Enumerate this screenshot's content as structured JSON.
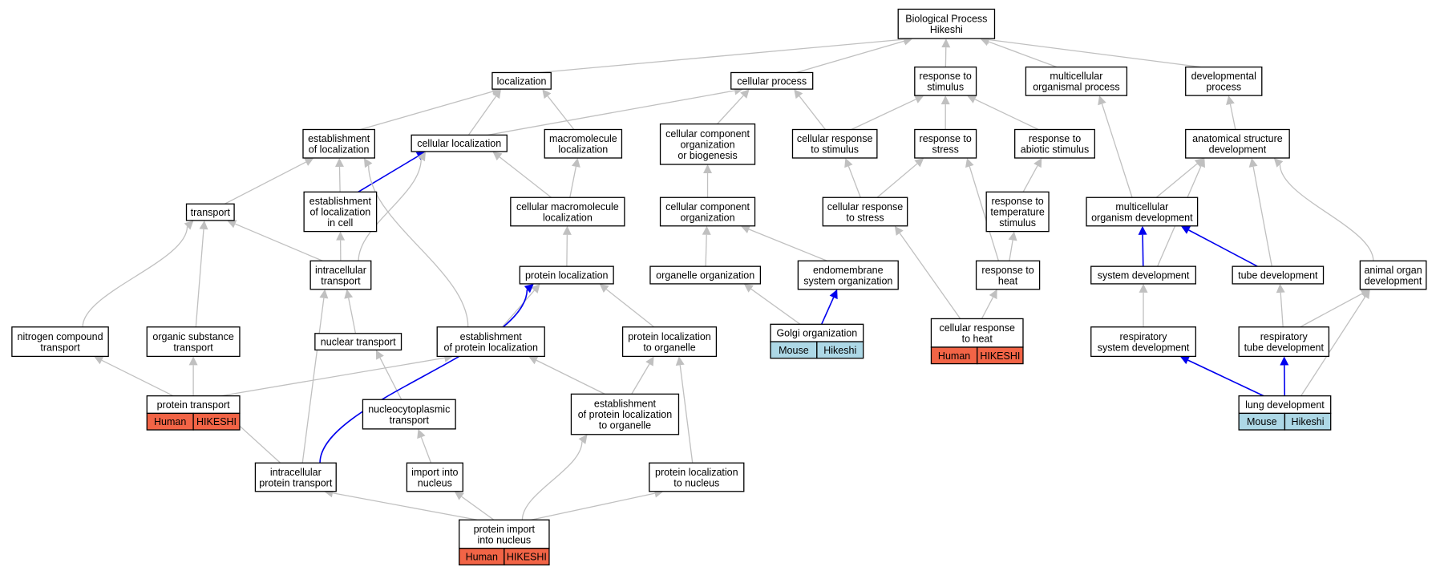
{
  "colors": {
    "gray_edge": "#c0c0c0",
    "blue_edge": "#0000ee",
    "human_badge": "#f26446",
    "mouse_badge": "#add8e6"
  },
  "nodes": {
    "root": [
      "Biological Process",
      "Hikeshi"
    ],
    "localization": [
      "localization"
    ],
    "cellular_process": [
      "cellular process"
    ],
    "response_to_stimulus": [
      "response to",
      "stimulus"
    ],
    "multicellular_organismal_process": [
      "multicellular",
      "organismal process"
    ],
    "developmental_process": [
      "developmental",
      "process"
    ],
    "establishment_of_localization": [
      "establishment",
      "of localization"
    ],
    "cellular_localization": [
      "cellular localization"
    ],
    "macromolecule_localization": [
      "macromolecule",
      "localization"
    ],
    "ccob": [
      "cellular component",
      "organization",
      "or biogenesis"
    ],
    "cellular_response_to_stimulus": [
      "cellular response",
      "to stimulus"
    ],
    "response_to_stress": [
      "response to",
      "stress"
    ],
    "response_to_abiotic_stimulus": [
      "response to",
      "abiotic stimulus"
    ],
    "anatomical_structure_development": [
      "anatomical structure",
      "development"
    ],
    "transport": [
      "transport"
    ],
    "eolic": [
      "establishment",
      "of localization",
      "in cell"
    ],
    "cellular_macromolecule_localization": [
      "cellular macromolecule",
      "localization"
    ],
    "cellular_component_organization": [
      "cellular component",
      "organization"
    ],
    "cellular_response_to_stress": [
      "cellular response",
      "to stress"
    ],
    "response_to_temperature_stimulus": [
      "response to",
      "temperature",
      "stimulus"
    ],
    "multicellular_organism_development": [
      "multicellular",
      "organism development"
    ],
    "intracellular_transport": [
      "intracellular",
      "transport"
    ],
    "protein_localization": [
      "protein localization"
    ],
    "organelle_organization": [
      "organelle organization"
    ],
    "endomembrane_system_organization": [
      "endomembrane",
      "system organization"
    ],
    "response_to_heat": [
      "response to",
      "heat"
    ],
    "system_development": [
      "system development"
    ],
    "tube_development": [
      "tube development"
    ],
    "animal_organ_development": [
      "animal organ",
      "development"
    ],
    "nitrogen_compound_transport": [
      "nitrogen compound",
      "transport"
    ],
    "organic_substance_transport": [
      "organic substance",
      "transport"
    ],
    "nuclear_transport": [
      "nuclear transport"
    ],
    "establishment_of_protein_localization": [
      "establishment",
      "of protein localization"
    ],
    "protein_localization_to_organelle": [
      "protein localization",
      "to organelle"
    ],
    "golgi_organization": [
      "Golgi organization"
    ],
    "cellular_response_to_heat": [
      "cellular response",
      "to heat"
    ],
    "respiratory_system_development": [
      "respiratory",
      "system development"
    ],
    "respiratory_tube_development": [
      "respiratory",
      "tube development"
    ],
    "protein_transport": [
      "protein transport"
    ],
    "nucleocytoplasmic_transport": [
      "nucleocytoplasmic",
      "transport"
    ],
    "eplo": [
      "establishment",
      "of protein localization",
      "to organelle"
    ],
    "lung_development": [
      "lung development"
    ],
    "intracellular_protein_transport": [
      "intracellular",
      "protein transport"
    ],
    "import_into_nucleus": [
      "import into",
      "nucleus"
    ],
    "protein_localization_to_nucleus": [
      "protein localization",
      "to nucleus"
    ],
    "protein_import_into_nucleus": [
      "protein import",
      "into nucleus"
    ]
  },
  "annotations": {
    "golgi_organization": [
      "Mouse",
      "Hikeshi"
    ],
    "cellular_response_to_heat": [
      "Human",
      "HIKESHI"
    ],
    "protein_transport": [
      "Human",
      "HIKESHI"
    ],
    "lung_development": [
      "Mouse",
      "Hikeshi"
    ],
    "protein_import_into_nucleus": [
      "Human",
      "HIKESHI"
    ]
  },
  "edges": [
    [
      "localization",
      "root",
      "gray"
    ],
    [
      "cellular_process",
      "root",
      "gray"
    ],
    [
      "response_to_stimulus",
      "root",
      "gray"
    ],
    [
      "multicellular_organismal_process",
      "root",
      "gray"
    ],
    [
      "developmental_process",
      "root",
      "gray"
    ],
    [
      "establishment_of_localization",
      "localization",
      "gray"
    ],
    [
      "cellular_localization",
      "localization",
      "gray"
    ],
    [
      "macromolecule_localization",
      "localization",
      "gray"
    ],
    [
      "cellular_localization",
      "cellular_process",
      "gray"
    ],
    [
      "ccob",
      "cellular_process",
      "gray"
    ],
    [
      "cellular_response_to_stimulus",
      "cellular_process",
      "gray"
    ],
    [
      "cellular_response_to_stimulus",
      "response_to_stimulus",
      "gray"
    ],
    [
      "response_to_stress",
      "response_to_stimulus",
      "gray"
    ],
    [
      "response_to_abiotic_stimulus",
      "response_to_stimulus",
      "gray"
    ],
    [
      "anatomical_structure_development",
      "developmental_process",
      "gray"
    ],
    [
      "transport",
      "establishment_of_localization",
      "gray"
    ],
    [
      "eolic",
      "establishment_of_localization",
      "gray"
    ],
    [
      "eolic",
      "cellular_localization",
      "blue"
    ],
    [
      "cellular_macromolecule_localization",
      "cellular_localization",
      "gray"
    ],
    [
      "cellular_macromolecule_localization",
      "macromolecule_localization",
      "gray"
    ],
    [
      "cellular_component_organization",
      "ccob",
      "gray"
    ],
    [
      "cellular_response_to_stress",
      "cellular_response_to_stimulus",
      "gray"
    ],
    [
      "cellular_response_to_stress",
      "response_to_stress",
      "gray"
    ],
    [
      "response_to_temperature_stimulus",
      "response_to_abiotic_stimulus",
      "gray"
    ],
    [
      "multicellular_organism_development",
      "multicellular_organismal_process",
      "gray"
    ],
    [
      "multicellular_organism_development",
      "anatomical_structure_development",
      "gray"
    ],
    [
      "intracellular_transport",
      "transport",
      "gray"
    ],
    [
      "intracellular_transport",
      "eolic",
      "gray"
    ],
    [
      "intracellular_transport",
      "cellular_localization",
      "gray"
    ],
    [
      "protein_localization",
      "cellular_macromolecule_localization",
      "gray"
    ],
    [
      "organelle_organization",
      "cellular_component_organization",
      "gray"
    ],
    [
      "endomembrane_system_organization",
      "cellular_component_organization",
      "gray"
    ],
    [
      "response_to_heat",
      "response_to_stress",
      "gray"
    ],
    [
      "response_to_heat",
      "response_to_temperature_stimulus",
      "gray"
    ],
    [
      "system_development",
      "multicellular_organism_development",
      "blue"
    ],
    [
      "tube_development",
      "multicellular_organism_development",
      "blue"
    ],
    [
      "tube_development",
      "anatomical_structure_development",
      "gray"
    ],
    [
      "system_development",
      "anatomical_structure_development",
      "gray"
    ],
    [
      "animal_organ_development",
      "anatomical_structure_development",
      "gray"
    ],
    [
      "nitrogen_compound_transport",
      "transport",
      "gray"
    ],
    [
      "organic_substance_transport",
      "transport",
      "gray"
    ],
    [
      "nuclear_transport",
      "intracellular_transport",
      "gray"
    ],
    [
      "establishment_of_protein_localization",
      "protein_localization",
      "gray"
    ],
    [
      "establishment_of_protein_localization",
      "establishment_of_localization",
      "gray"
    ],
    [
      "protein_localization_to_organelle",
      "protein_localization",
      "gray"
    ],
    [
      "golgi_organization",
      "organelle_organization",
      "gray"
    ],
    [
      "golgi_organization",
      "endomembrane_system_organization",
      "blue"
    ],
    [
      "cellular_response_to_heat",
      "cellular_response_to_stress",
      "gray"
    ],
    [
      "cellular_response_to_heat",
      "response_to_heat",
      "gray"
    ],
    [
      "respiratory_system_development",
      "system_development",
      "gray"
    ],
    [
      "respiratory_tube_development",
      "tube_development",
      "gray"
    ],
    [
      "respiratory_tube_development",
      "animal_organ_development",
      "gray"
    ],
    [
      "protein_transport",
      "nitrogen_compound_transport",
      "gray"
    ],
    [
      "protein_transport",
      "organic_substance_transport",
      "gray"
    ],
    [
      "protein_transport",
      "establishment_of_protein_localization",
      "gray"
    ],
    [
      "nucleocytoplasmic_transport",
      "nuclear_transport",
      "gray"
    ],
    [
      "eplo",
      "establishment_of_protein_localization",
      "gray"
    ],
    [
      "eplo",
      "protein_localization_to_organelle",
      "gray"
    ],
    [
      "lung_development",
      "respiratory_system_development",
      "blue"
    ],
    [
      "lung_development",
      "respiratory_tube_development",
      "blue"
    ],
    [
      "lung_development",
      "animal_organ_development",
      "gray"
    ],
    [
      "intracellular_protein_transport",
      "protein_transport",
      "gray"
    ],
    [
      "intracellular_protein_transport",
      "intracellular_transport",
      "gray"
    ],
    [
      "intracellular_protein_transport",
      "protein_localization",
      "blue"
    ],
    [
      "import_into_nucleus",
      "nucleocytoplasmic_transport",
      "gray"
    ],
    [
      "protein_localization_to_nucleus",
      "protein_localization_to_organelle",
      "gray"
    ],
    [
      "protein_import_into_nucleus",
      "intracellular_protein_transport",
      "gray"
    ],
    [
      "protein_import_into_nucleus",
      "import_into_nucleus",
      "gray"
    ],
    [
      "protein_import_into_nucleus",
      "eplo",
      "gray"
    ],
    [
      "protein_import_into_nucleus",
      "protein_localization_to_nucleus",
      "gray"
    ]
  ]
}
